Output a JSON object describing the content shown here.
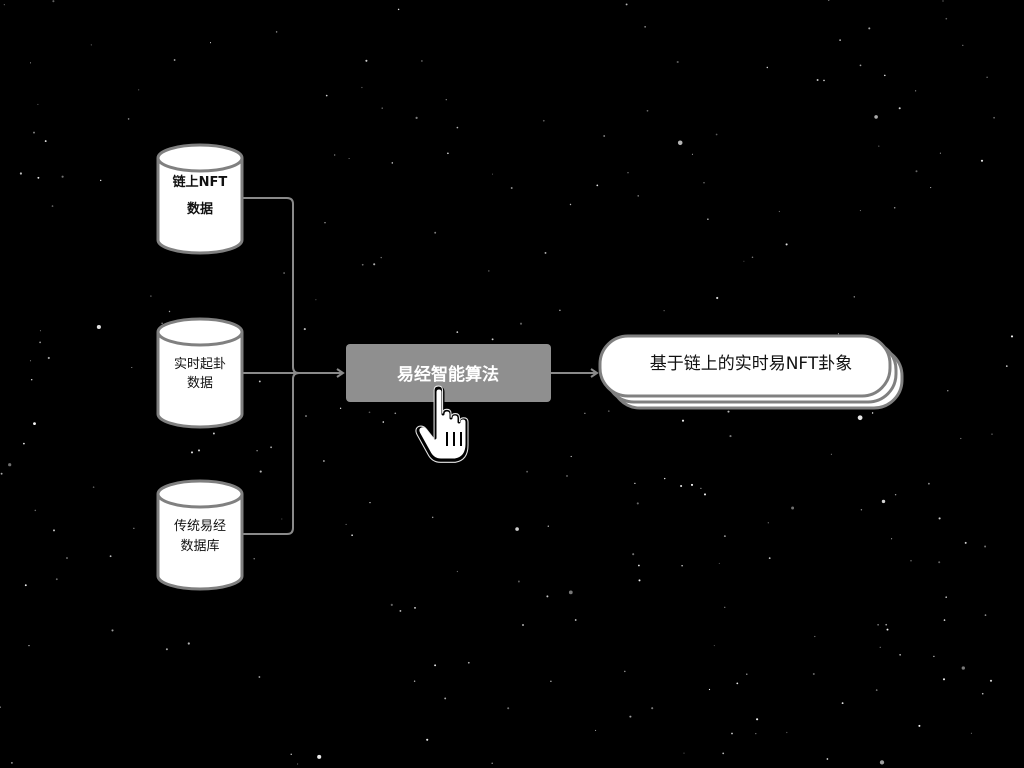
{
  "colors": {
    "background": "#000000",
    "connector": "#8a8a8a",
    "process_fill": "#8f8f8f",
    "shape_fill": "#ffffff",
    "shape_stroke": "#808080"
  },
  "sources": [
    {
      "line1": "链上NFT",
      "line2": "数据"
    },
    {
      "line1": "实时起卦",
      "line2": "数据"
    },
    {
      "line1": "传统易经",
      "line2": "数据库"
    }
  ],
  "process": {
    "label": "易经智能算法",
    "icon": "hand-pointer-icon"
  },
  "output": {
    "label": "基于链上的实时易NFT卦象"
  }
}
